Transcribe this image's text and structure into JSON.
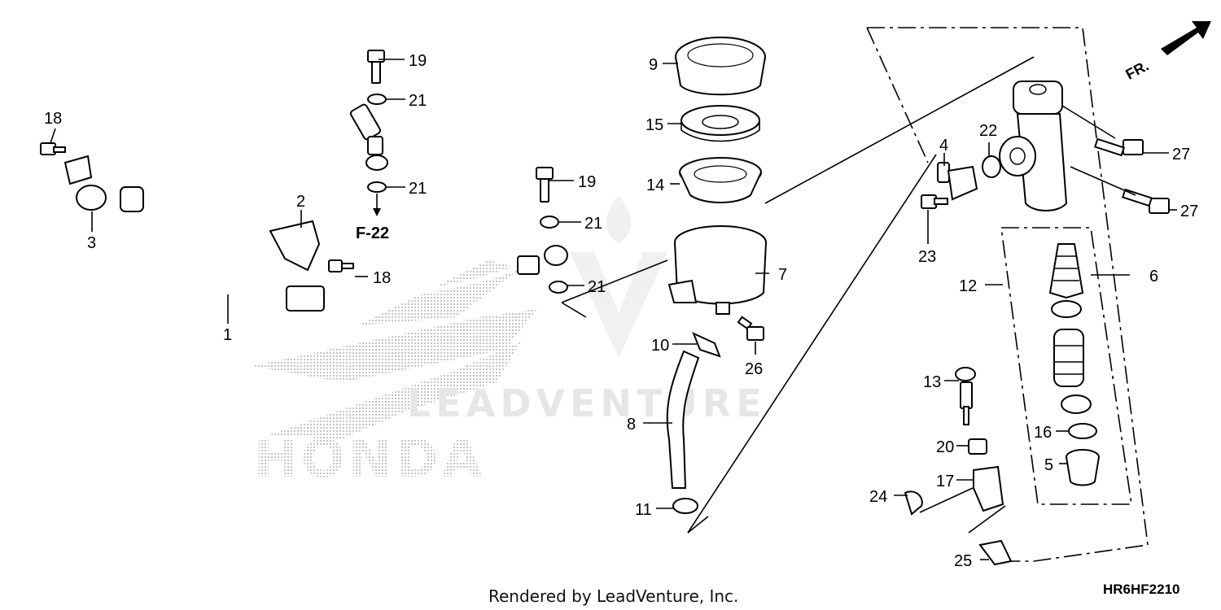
{
  "diagram": {
    "callouts": [
      "1",
      "2",
      "3",
      "4",
      "5",
      "6",
      "7",
      "8",
      "9",
      "10",
      "11",
      "12",
      "13",
      "14",
      "15",
      "16",
      "17",
      "18",
      "18",
      "19",
      "19",
      "20",
      "21",
      "21",
      "21",
      "21",
      "22",
      "23",
      "24",
      "25",
      "26",
      "27",
      "27"
    ],
    "reference": "F-22",
    "direction": "FR.",
    "brand_watermark": "HONDA",
    "site_watermark": "LEADVENTURE",
    "footer": "Rendered by LeadVenture, Inc.",
    "diagram_code": "HR6HF2210"
  }
}
